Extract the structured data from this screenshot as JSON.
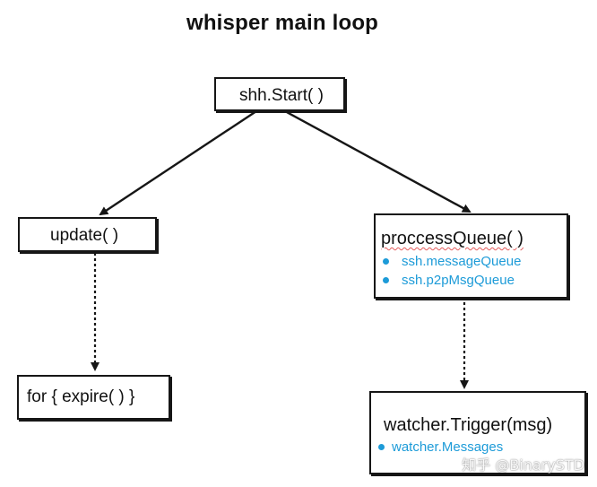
{
  "diagram": {
    "title": "whisper main loop",
    "nodes": {
      "start": {
        "label": "shh.Start( )"
      },
      "update": {
        "label": "update( )"
      },
      "expire": {
        "label": "for { expire( ) }"
      },
      "process": {
        "label": "proccessQueue( )",
        "items": [
          "ssh.messageQueue",
          "ssh.p2pMsgQueue"
        ]
      },
      "trigger": {
        "label": "watcher.Trigger(msg)",
        "items": [
          "watcher.Messages"
        ]
      }
    },
    "watermark": "知乎 @BinarySTD"
  },
  "colors": {
    "ink": "#161616",
    "accent": "#1d9bd8",
    "spellcheck": "#e45a5a"
  }
}
